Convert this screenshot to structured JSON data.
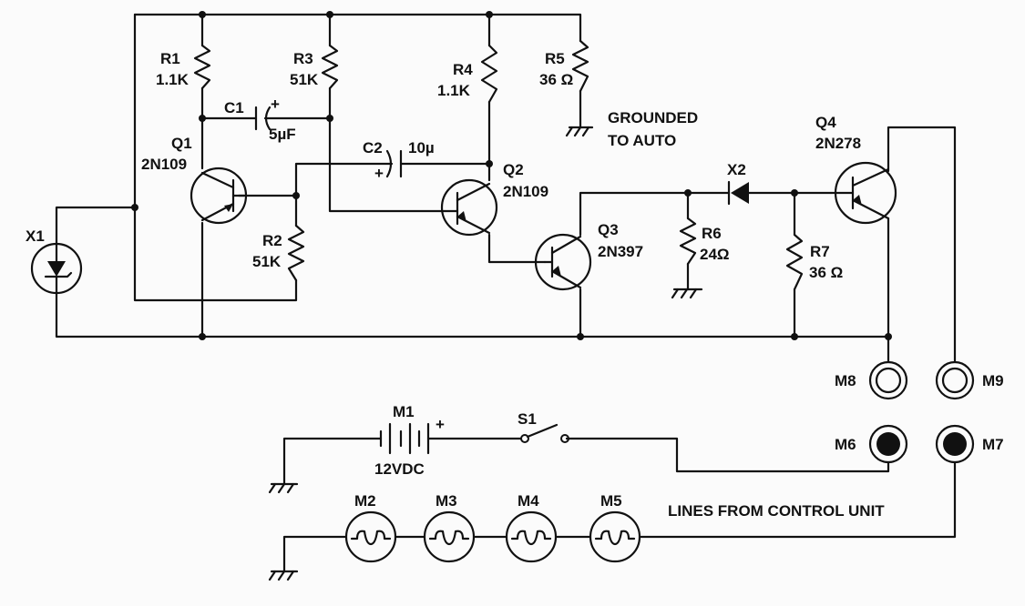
{
  "components": {
    "r1": {
      "ref": "R1",
      "value": "1.1K"
    },
    "r2": {
      "ref": "R2",
      "value": "51K"
    },
    "r3": {
      "ref": "R3",
      "value": "51K"
    },
    "r4": {
      "ref": "R4",
      "value": "1.1K"
    },
    "r5": {
      "ref": "R5",
      "value": "36 Ω"
    },
    "r6": {
      "ref": "R6",
      "value": "24Ω"
    },
    "r7": {
      "ref": "R7",
      "value": "36 Ω"
    },
    "c1": {
      "ref": "C1",
      "value": "5µF",
      "polarity": "+"
    },
    "c2": {
      "ref": "C2",
      "value": "10µ",
      "polarity": "+"
    },
    "q1": {
      "ref": "Q1",
      "part": "2N109"
    },
    "q2": {
      "ref": "Q2",
      "part": "2N109"
    },
    "q3": {
      "ref": "Q3",
      "part": "2N397"
    },
    "q4": {
      "ref": "Q4",
      "part": "2N278"
    },
    "x1": {
      "ref": "X1"
    },
    "x2": {
      "ref": "X2"
    },
    "m1": {
      "ref": "M1",
      "value": "12VDC",
      "polarity": "+"
    },
    "s1": {
      "ref": "S1"
    },
    "m2": {
      "ref": "M2"
    },
    "m3": {
      "ref": "M3"
    },
    "m4": {
      "ref": "M4"
    },
    "m5": {
      "ref": "M5"
    },
    "m6": {
      "ref": "M6"
    },
    "m7": {
      "ref": "M7"
    },
    "m8": {
      "ref": "M8"
    },
    "m9": {
      "ref": "M9"
    }
  },
  "notes": {
    "grounded_line1": "GROUNDED",
    "grounded_line2": "TO AUTO",
    "lines_from_control": "LINES FROM CONTROL UNIT"
  }
}
